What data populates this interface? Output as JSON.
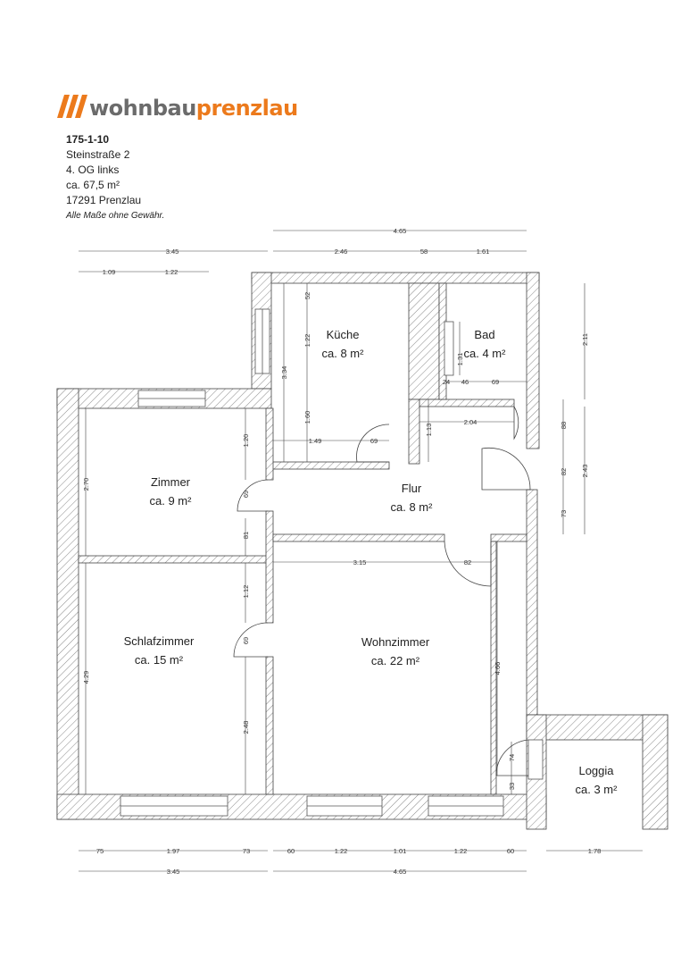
{
  "brand": {
    "name_part1": "wohnbau",
    "name_part2": "prenzlau",
    "accent": "#ec7a1c",
    "gray": "#6b6b6b"
  },
  "info": {
    "id": "175-1-10",
    "street": "Steinstraße 2",
    "floor": "4. OG links",
    "area": "ca. 67,5 m²",
    "city": "17291 Prenzlau",
    "disclaimer": "Alle Maße ohne Gewähr."
  },
  "rooms": {
    "kueche": {
      "name": "Küche",
      "area": "ca. 8 m²"
    },
    "bad": {
      "name": "Bad",
      "area": "ca. 4 m²"
    },
    "zimmer": {
      "name": "Zimmer",
      "area": "ca. 9 m²"
    },
    "flur": {
      "name": "Flur",
      "area": "ca. 8 m²"
    },
    "schlafzimmer": {
      "name": "Schlafzimmer",
      "area": "ca. 15 m²"
    },
    "wohnzimmer": {
      "name": "Wohnzimmer",
      "area": "ca. 22 m²"
    },
    "loggia": {
      "name": "Loggia",
      "area": "ca. 3 m²"
    }
  },
  "dimensions": {
    "top_total": "4.65",
    "top_left": "3.45",
    "top_kitchen": "2.46",
    "top_wall": "58",
    "top_bath": "1.61",
    "top_l1": "1.09",
    "top_l2": "1.22",
    "right_bath": "2.11",
    "right_flur_total": "2.43",
    "right_88": "88",
    "right_82": "82",
    "right_73": "73",
    "k_52": "52",
    "k_122": "1.22",
    "k_334": "3.34",
    "k_160": "1.60",
    "k_149": "1.49",
    "k_69": "69",
    "b_131": "1.31",
    "b_24": "24",
    "b_46": "46",
    "b_69": "69",
    "f_204": "2.04",
    "f_113": "1.13",
    "z_270": "2.70",
    "z_120": "1.20",
    "z_69": "69",
    "z_81": "81",
    "s_112": "1.12",
    "s_69": "69",
    "s_429": "4.29",
    "s_248": "2.48",
    "w_315": "3.15",
    "w_82": "82",
    "w_466": "4.66",
    "w_74": "74",
    "w_33": "33",
    "bot_75": "75",
    "bot_197": "1.97",
    "bot_73": "73",
    "bot_60a": "60",
    "bot_122a": "1.22",
    "bot_101": "1.01",
    "bot_122b": "1.22",
    "bot_60b": "60",
    "bot_178": "1.78",
    "bot_345": "3.45",
    "bot_465": "4.65"
  }
}
